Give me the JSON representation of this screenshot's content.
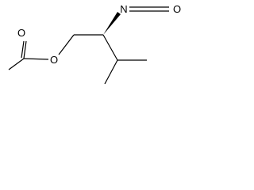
{
  "molecule": {
    "atoms": {
      "ester_oxygen": "O",
      "carbonyl_oxygen": "O",
      "isocyanate_nitrogen": "N",
      "isocyanate_oxygen": "O"
    },
    "colors": {
      "bond": "#000000",
      "label": "#000000",
      "background": "#ffffff"
    }
  }
}
